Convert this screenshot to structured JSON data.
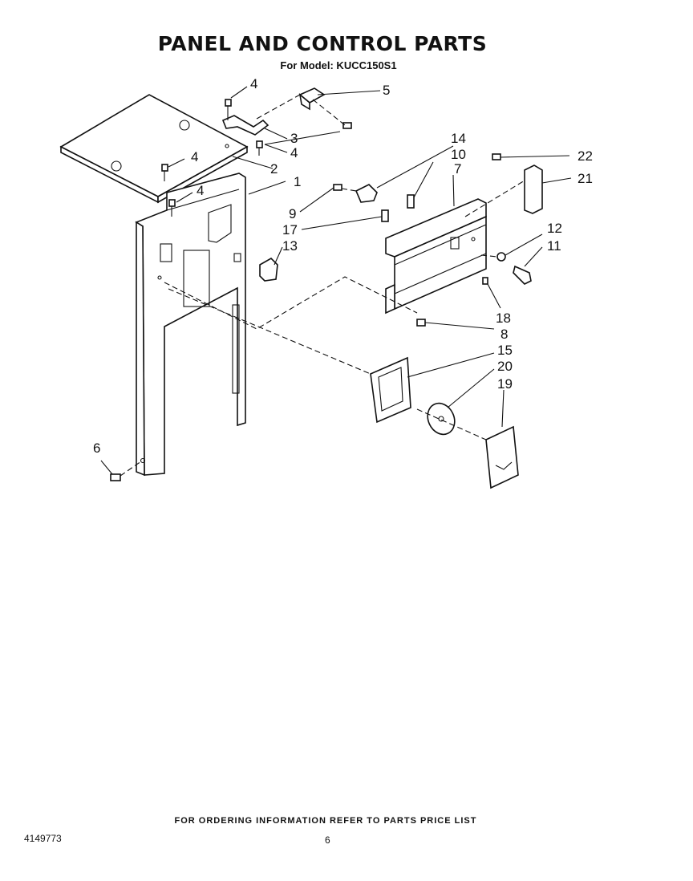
{
  "header": {
    "title": "PANEL AND CONTROL PARTS",
    "subtitle": "For Model: KUCC150S1"
  },
  "callouts": {
    "c1": "1",
    "c2": "2",
    "c3": "3",
    "c4a": "4",
    "c4b": "4",
    "c4c": "4",
    "c4d": "4",
    "c5": "5",
    "c6": "6",
    "c7": "7",
    "c8": "8",
    "c9": "9",
    "c10": "10",
    "c11": "11",
    "c12": "12",
    "c13": "13",
    "c14": "14",
    "c15": "15",
    "c17": "17",
    "c18": "18",
    "c19": "19",
    "c20": "20",
    "c21": "21",
    "c22": "22"
  },
  "footer": {
    "note": "FOR ORDERING INFORMATION REFER TO PARTS PRICE LIST",
    "doc_number": "4149773",
    "page_number": "6"
  }
}
